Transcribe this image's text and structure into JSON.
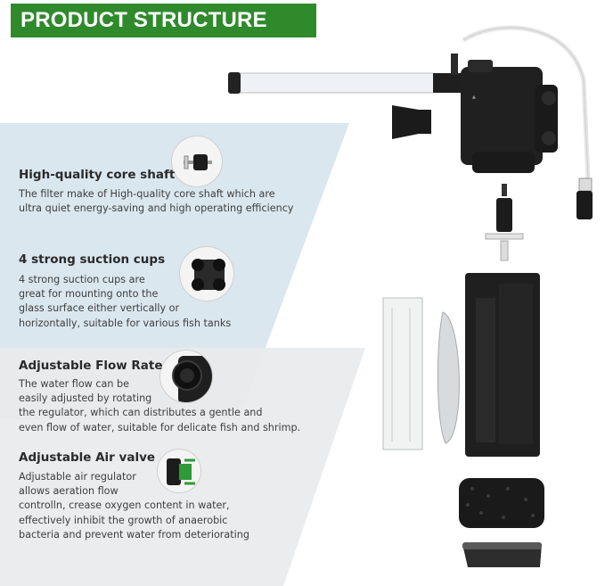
{
  "banner": {
    "title": "PRODUCT STRUCTURE",
    "color": "#2f8a2c"
  },
  "colors": {
    "panel_blue": "#dbe7ee",
    "panel_grey": "#e9eaeb",
    "text": "#3e3e3e"
  },
  "features": [
    {
      "title": "High-quality core shaft",
      "description": "The filter make of High-quality core shaft which are\nultra quiet energy-saving and high operating efficiency",
      "icon": "impeller-shaft-icon"
    },
    {
      "title": "4 strong suction cups",
      "description": "4 strong suction cups are\ngreat for mounting onto the\nglass surface either vertically or\nhorizontally, suitable for various fish tanks",
      "icon": "suction-cups-icon"
    },
    {
      "title": "Adjustable Flow Rate",
      "description": "The water flow can be\neasily adjusted by rotating\nthe regulator, which can distributes a gentle and\neven flow of water, suitable for delicate fish and shrimp.",
      "icon": "flow-regulator-icon"
    },
    {
      "title": "Adjustable Air valve",
      "description": "Adjustable air regulator\nallows aeration flow\ncontrolln, crease oxygen content in water,\neffectively inhibit the growth of anaerobic\nbacteria and prevent water from deteriorating",
      "icon": "air-valve-icon"
    }
  ]
}
